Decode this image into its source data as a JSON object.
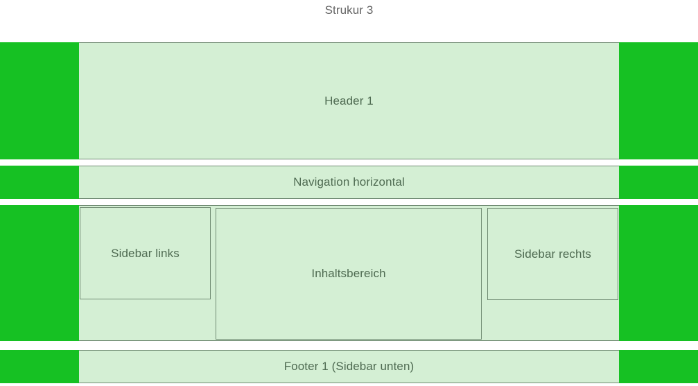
{
  "page": {
    "title": "Strukur 3"
  },
  "layout": {
    "regions": {
      "header": {
        "label": "Header 1",
        "left_gutter_name": "left-green-column",
        "right_gutter_name": "right-green-column"
      },
      "navigation": {
        "label": "Navigation horizontal"
      },
      "content": {
        "sidebar_left": "Sidebar links",
        "main": "Inhaltsbereich",
        "sidebar_right": "Sidebar rechts"
      },
      "footer": {
        "label": "Footer 1 (Sidebar unten)"
      }
    }
  },
  "colors": {
    "accent_green": "#16C123",
    "panel_green": "#D4EFD4",
    "border_green": "#6F8A72",
    "label_text": "#4F6B52",
    "title_text": "#646464",
    "background": "#FFFFFF"
  }
}
